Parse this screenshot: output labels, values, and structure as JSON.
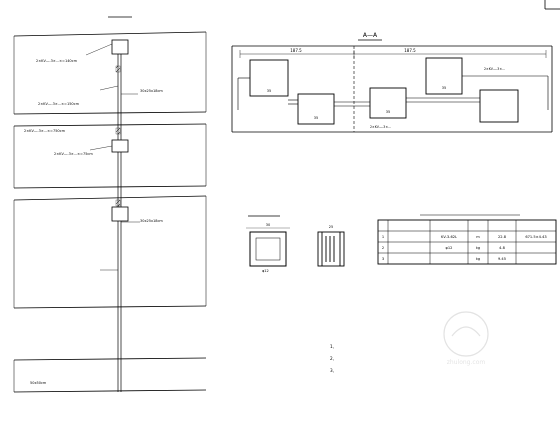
{
  "colors": {
    "line": "#000000",
    "paper": "#ffffff",
    "watermark": "#c8c8c8"
  },
  "titles": {
    "elevation": "",
    "section": "A—A",
    "detail": "",
    "table": ""
  },
  "elevation": {
    "labels": [
      {
        "text": ""
      },
      {
        "text": "2×KV—-3×...×=140cm"
      },
      {
        "text": ""
      },
      {
        "text": "30x25x18cm"
      },
      {
        "text": "2×KV—-3×...×=150cm"
      },
      {
        "text": ""
      },
      {
        "text": "2×KV—-3×...×=750cm"
      },
      {
        "text": "2×KV—-3×...×=75cm"
      },
      {
        "text": "30x25x18cm"
      },
      {
        "text": ""
      },
      {
        "text": "50x50cm"
      }
    ]
  },
  "section": {
    "dimensions": [
      "187.5",
      "187.5"
    ],
    "box_labels": [
      "",
      "35",
      "",
      "35",
      "",
      "35",
      "",
      "35"
    ],
    "callouts": [
      "2×KV—-3×...",
      "",
      "2×KV—-3×..."
    ]
  },
  "detail": {
    "dims": [
      "30",
      "25",
      "φ12"
    ]
  },
  "table": {
    "headers": [
      "",
      "",
      "",
      "",
      "",
      ""
    ],
    "rows": [
      [
        "1",
        "",
        "KV-3-62L",
        "m",
        "22.8",
        "671.5×4.43"
      ],
      [
        "2",
        "",
        "φ12",
        "kg",
        "4.8",
        ""
      ],
      [
        "3",
        "",
        "",
        "kg",
        "9.45",
        ""
      ]
    ]
  },
  "notes": {
    "heading": "",
    "items": [
      "1、",
      "2、",
      "3、"
    ]
  },
  "watermark": {
    "text": "zhulong.com"
  }
}
